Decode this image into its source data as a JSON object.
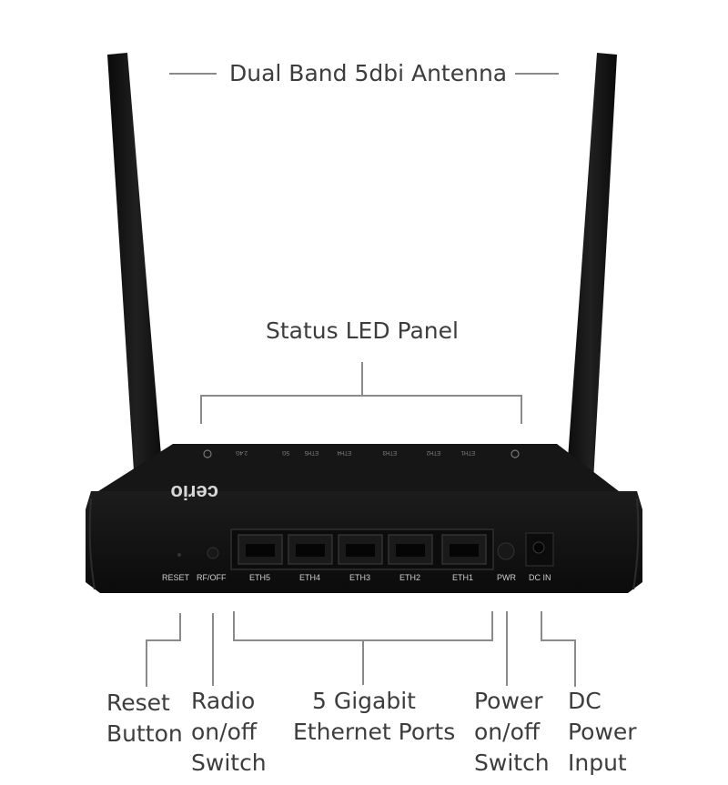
{
  "annotations": {
    "antenna": "Dual Band  5dbi Antenna",
    "status_led": "Status LED Panel"
  },
  "port_labels": {
    "reset": "RESET",
    "rf_off": "RF/OFF",
    "eth5": "ETH5",
    "eth4": "ETH4",
    "eth3": "ETH3",
    "eth2": "ETH2",
    "eth1": "ETH1",
    "pwr": "PWR",
    "dc_in": "DC IN"
  },
  "led_labels": [
    "2.4G",
    "5G",
    "ETH5",
    "ETH4",
    "ETH3",
    "ETH2",
    "ETH1"
  ],
  "brand": "cerio",
  "callouts": {
    "reset": [
      "Reset",
      "Button"
    ],
    "radio": [
      "Radio",
      "on/off",
      "Switch"
    ],
    "ethernet": [
      "5 Gigabit",
      "Ethernet Ports"
    ],
    "power": [
      "Power",
      "on/off",
      "Switch"
    ],
    "dc": [
      "DC",
      "Power",
      "Input"
    ]
  },
  "colors": {
    "device": "#111111",
    "text": "#3d3d3d",
    "leader_line": "#8a8a8a"
  }
}
